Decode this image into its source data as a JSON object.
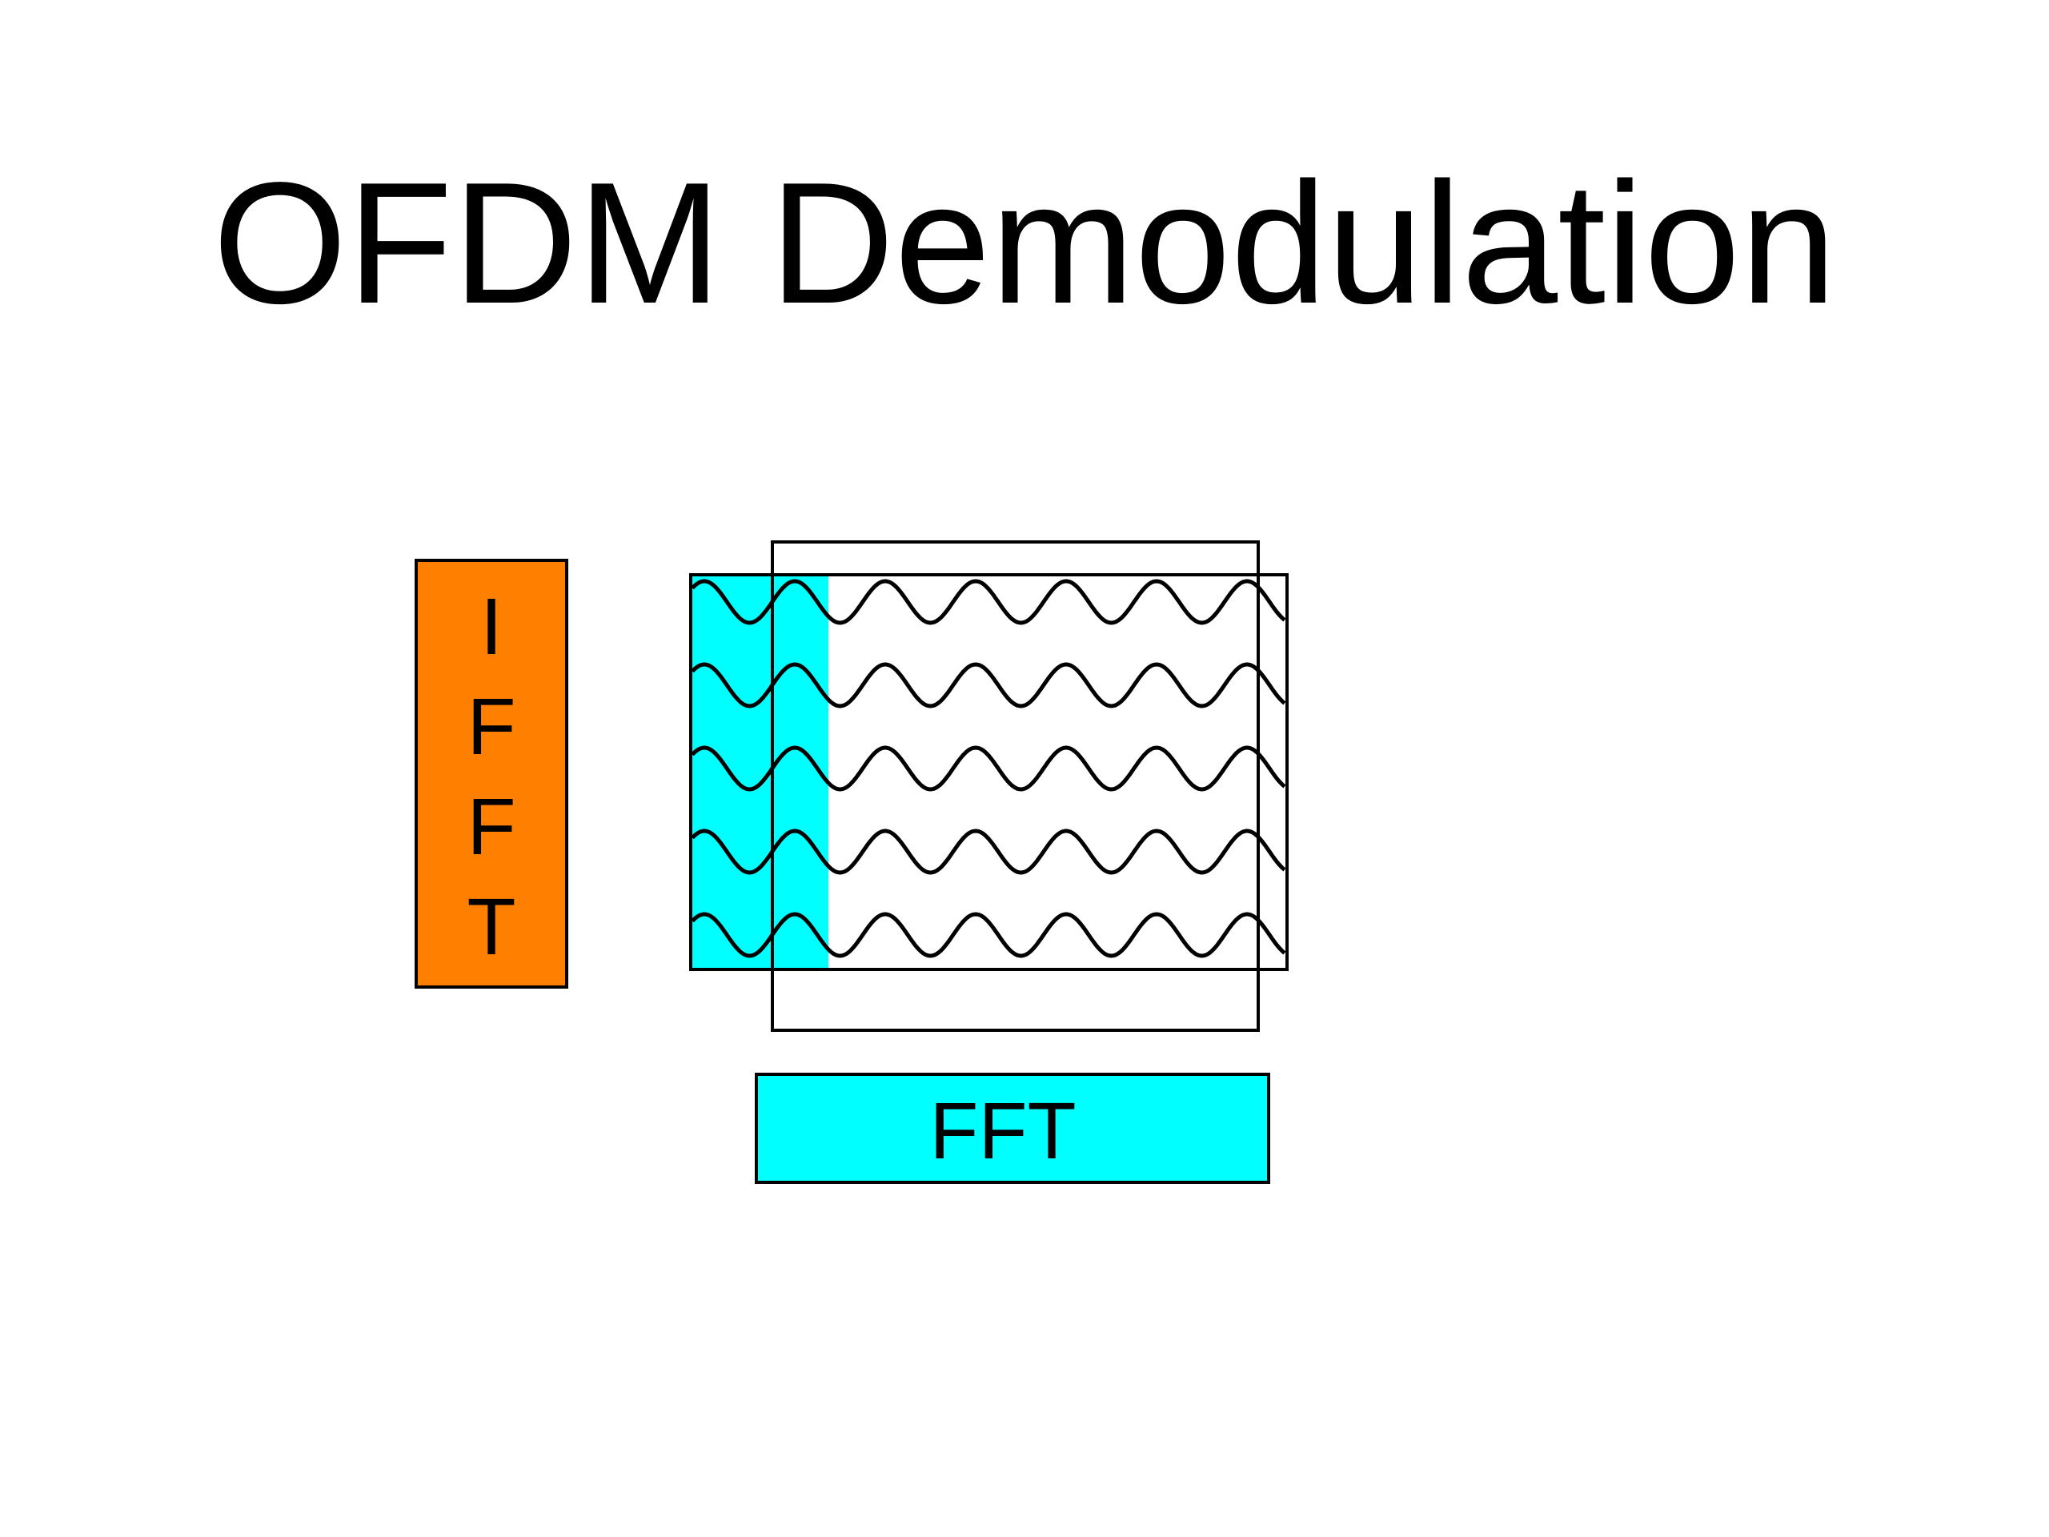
{
  "title": "OFDM Demodulation",
  "ifft_box": {
    "letters": [
      "I",
      "F",
      "F",
      "T"
    ],
    "color": "#FF8000"
  },
  "fft_box": {
    "label": "FFT",
    "color": "#00FFFF"
  },
  "subcarriers": {
    "count": 5,
    "cyclic_prefix_color": "#00FFFF",
    "stroke_color": "#000000"
  }
}
